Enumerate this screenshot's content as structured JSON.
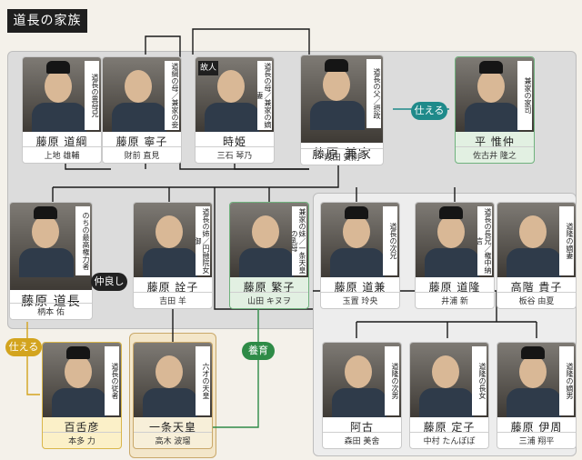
{
  "title": "道長の家族",
  "labels": {
    "serve1": "仕える",
    "friends": "仲良し",
    "raise": "養育",
    "serve2": "仕える",
    "deceased": "故人"
  },
  "people": {
    "michitsuna": {
      "name": "藤原 道綱",
      "actor": "上地 雄輔",
      "note": "道長の異母兄"
    },
    "yasuko": {
      "name": "藤原 寧子",
      "actor": "財前 直見",
      "note": "道綱の母／兼家の妾"
    },
    "tokihime": {
      "name": "時姫",
      "actor": "三石 琴乃",
      "note": "道長の母／兼家の嫡妻"
    },
    "kaneie": {
      "name": "藤原 兼家",
      "actor": "段田 安則",
      "note": "道長の父／摂政"
    },
    "korenaka": {
      "name": "平 惟仲",
      "actor": "佐古井 隆之",
      "note": "兼家の家司"
    },
    "michinaga": {
      "name": "藤原 道長",
      "actor": "柄本 佑",
      "note": "のちの最高権力者"
    },
    "akiko": {
      "name": "藤原 詮子",
      "actor": "吉田 羊",
      "note": "道長の姉／円融院女御"
    },
    "shigeko": {
      "name": "藤原 繁子",
      "actor": "山田 キヌヲ",
      "note": "兼家の妹／一条天皇の乳母"
    },
    "michikane": {
      "name": "藤原 道兼",
      "actor": "玉置 玲央",
      "note": "道長の次兄"
    },
    "michitaka": {
      "name": "藤原 道隆",
      "actor": "井浦 新",
      "note": "道長の長兄／権中納言"
    },
    "takako": {
      "name": "高階 貴子",
      "actor": "板谷 由夏",
      "note": "道隆の嫡妻"
    },
    "momohiko": {
      "name": "百舌彦",
      "actor": "本多 力",
      "note": "道長の従者"
    },
    "ichijo": {
      "name": "一条天皇",
      "actor": "高木 波瑠",
      "note": "六才の天皇"
    },
    "ako": {
      "name": "阿古",
      "actor": "森田 美舍",
      "note": "道隆の次男"
    },
    "teishi": {
      "name": "藤原 定子",
      "actor": "中村 たんぽぽ",
      "note": "道隆の長女"
    },
    "korechika": {
      "name": "藤原 伊周",
      "actor": "三浦 翔平",
      "note": "道隆の嫡男"
    }
  }
}
